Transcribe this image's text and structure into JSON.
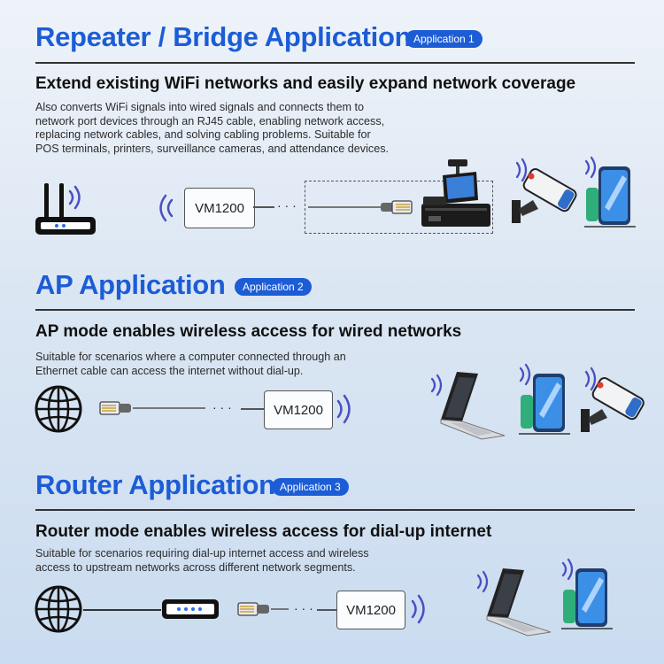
{
  "sections": [
    {
      "title": "Repeater / Bridge Application",
      "badge": "Application 1",
      "subtitle": "Extend existing WiFi networks and easily expand network coverage",
      "description_lines": [
        "Also converts WiFi signals into wired signals and connects them to",
        "network port devices through an RJ45 cable, enabling network access,",
        "replacing network cables, and solving cabling problems. Suitable for",
        "POS terminals, printers, surveillance cameras, and attendance devices."
      ],
      "device_label": "VM1200",
      "dots": "· · ·"
    },
    {
      "title": "AP Application",
      "badge": "Application 2",
      "subtitle": "AP mode enables wireless access for wired networks",
      "description_lines": [
        "Suitable for scenarios where a computer connected through an",
        "Ethernet cable can access the internet without dial-up."
      ],
      "device_label": "VM1200",
      "dots": "· · ·"
    },
    {
      "title": "Router Application",
      "badge": "Application 3",
      "subtitle": "Router mode enables wireless access for dial-up internet",
      "description_lines": [
        "Suitable for scenarios requiring dial-up internet access and wireless",
        "access to upstream networks across different network segments."
      ],
      "device_label": "VM1200",
      "dots": "· · ·"
    }
  ],
  "colors": {
    "accent": "#1c5dd6",
    "wave": "#4a4fc4",
    "phone": "#2a7fe0",
    "green": "#2fae7a"
  },
  "icons": [
    "router-icon",
    "wifi-waves-icon",
    "rj45-connector-icon",
    "pos-terminal-icon",
    "security-camera-icon",
    "smartphone-icon",
    "globe-icon",
    "laptop-icon",
    "modem-icon"
  ]
}
